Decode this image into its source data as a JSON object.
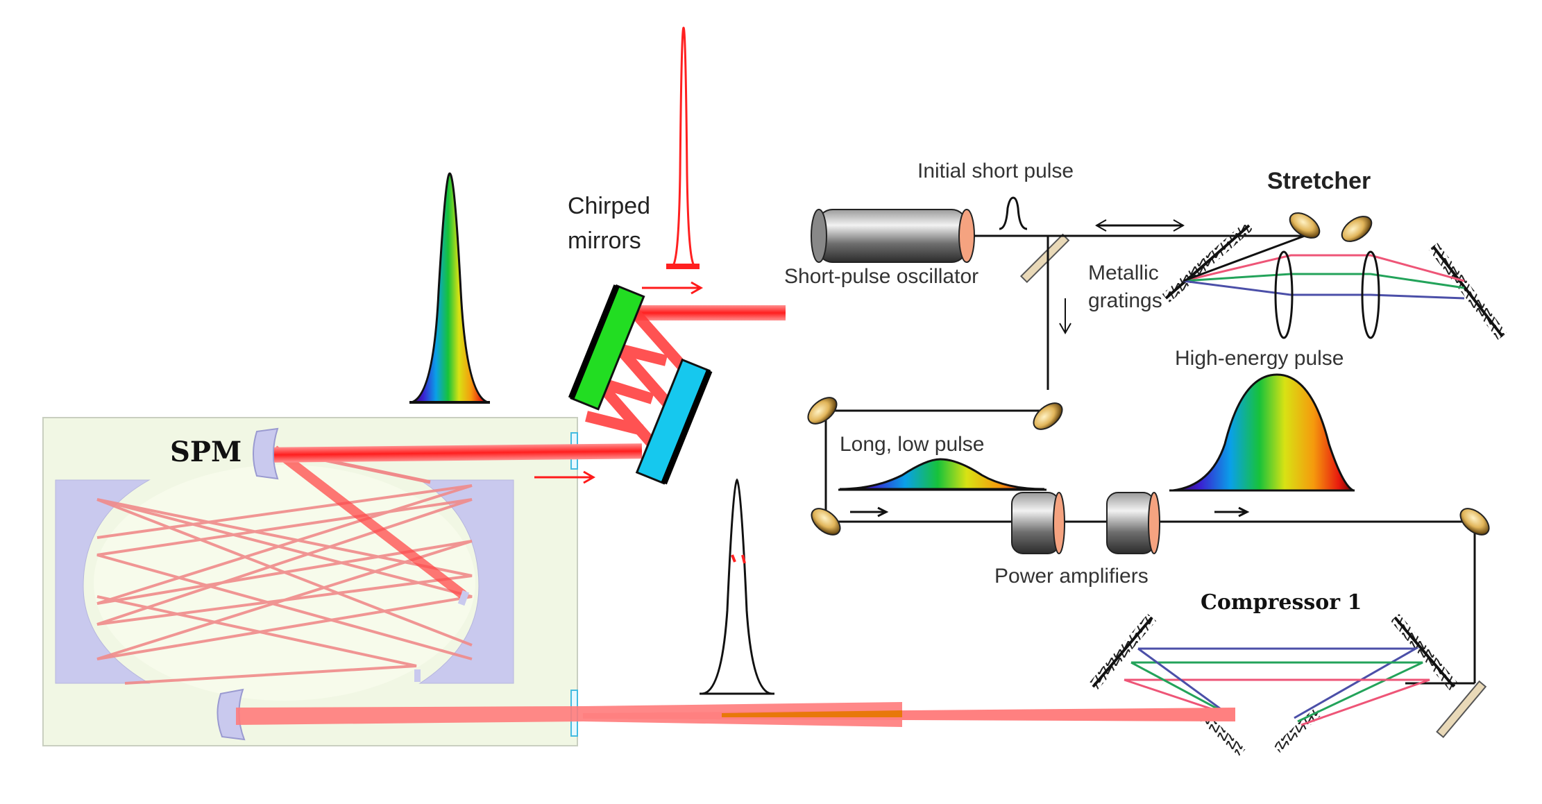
{
  "labels": {
    "spm": "SPM",
    "chirped_mirrors_line1": "Chirped",
    "chirped_mirrors_line2": "mirrors",
    "initial_short_pulse": "Initial short pulse",
    "stretcher": "Stretcher",
    "short_pulse_oscillator": "Short-pulse oscillator",
    "metallic_line1": "Metallic",
    "metallic_line2": "gratings",
    "high_energy_pulse": "High-energy pulse",
    "long_low_pulse": "Long, low pulse",
    "power_amplifiers": "Power amplifiers",
    "compressor": "Compressor 1"
  },
  "colors": {
    "beam_red": "#ff2a2a",
    "beam_pink": "#f5a3a3",
    "spm_panel_bg": "#f1f7e4",
    "mirror_lavender": "#c9c9ee",
    "chirped_mirror_green": "#22dd22",
    "chirped_mirror_cyan": "#16c8ee",
    "grating_line_blue": "#4b4fa8",
    "grating_line_green": "#23a35a",
    "grating_line_pink": "#ee5577"
  },
  "icons": {
    "oscillator": "cylinder-icon",
    "amplifier": "cylinder-icon",
    "mirror": "round-mirror-icon",
    "grating": "diffraction-grating-icon",
    "spectrum": "rainbow-gaussian-icon"
  }
}
